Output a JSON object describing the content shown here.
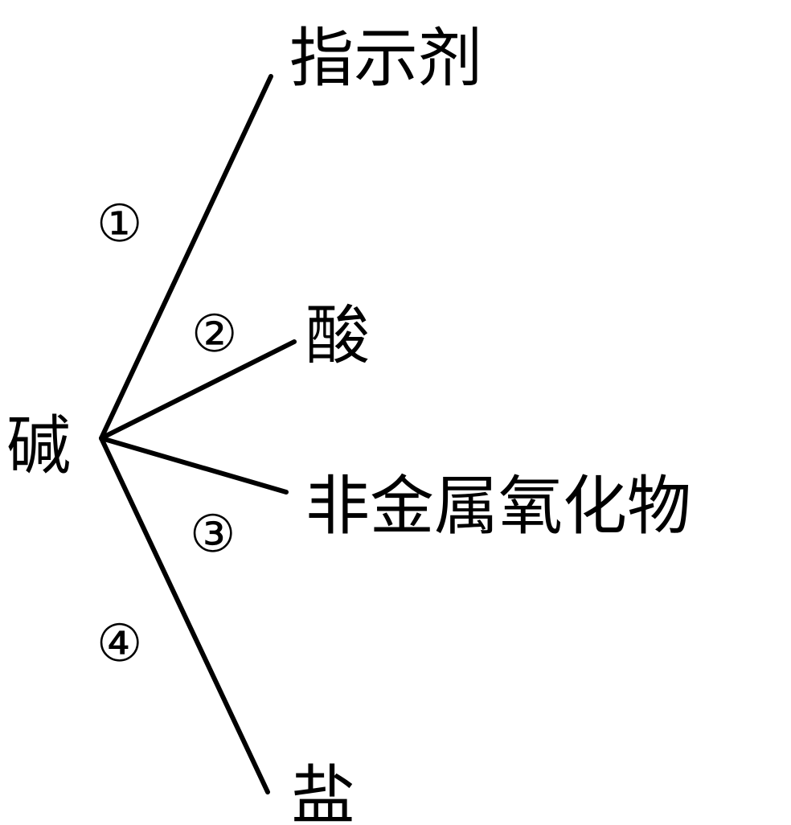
{
  "center": {
    "label": "碱"
  },
  "branches": [
    {
      "marker": "①",
      "target": "指示剂"
    },
    {
      "marker": "②",
      "target": "酸"
    },
    {
      "marker": "③",
      "target": "非金属氧化物"
    },
    {
      "marker": "④",
      "target": "盐"
    }
  ],
  "colors": {
    "line": "#000000",
    "text": "#000000",
    "background": "#ffffff"
  }
}
